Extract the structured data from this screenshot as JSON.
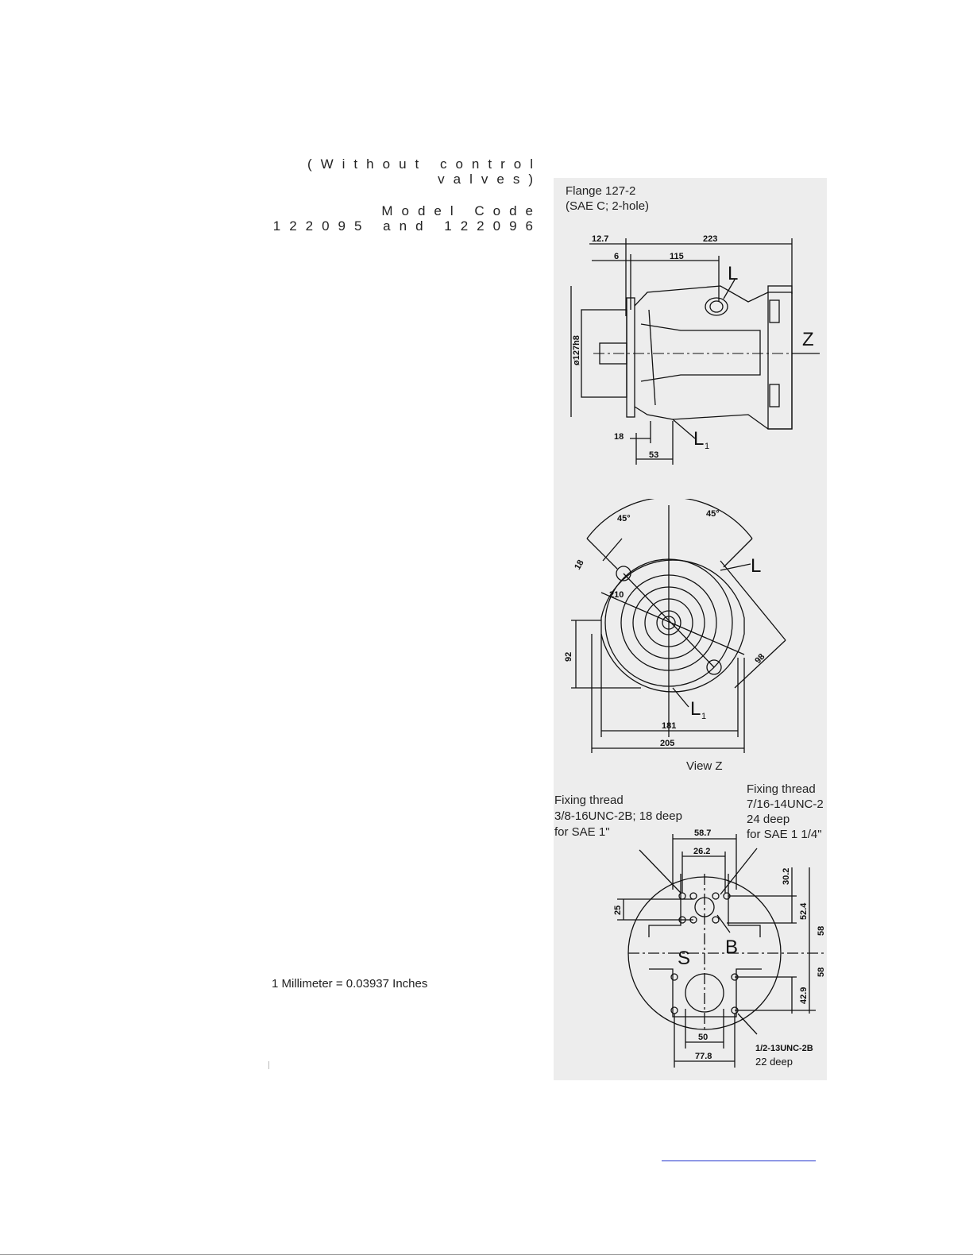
{
  "header": {
    "line1": "(Without control",
    "line2": "valves)",
    "line3": "Model Code",
    "line4": "122095 and 122096"
  },
  "flange": {
    "line1": "Flange 127-2",
    "line2": "(SAE C; 2-hole)"
  },
  "side_view": {
    "dims": {
      "d1": "12.7",
      "d2": "223",
      "d3": "6",
      "d4": "115",
      "d5": "ø127h8",
      "d6": "18",
      "d7": "53"
    },
    "labels": {
      "L": "L",
      "Z": "Z",
      "L1_main": "L",
      "L1_sub": "1"
    }
  },
  "view_z": {
    "dims": {
      "a1": "45°",
      "a2": "45°",
      "d1": "18",
      "d2": "210",
      "d3": "92",
      "d4": "98",
      "d5": "181",
      "d6": "205"
    },
    "labels": {
      "L": "L",
      "L1_main": "L",
      "L1_sub": "1"
    },
    "caption": "View Z"
  },
  "port_view": {
    "left_note": {
      "line1": "Fixing thread",
      "line2": "3/8-16UNC-2B; 18 deep",
      "line3": "for SAE 1\""
    },
    "right_note": {
      "line1": "Fixing thread",
      "line2": "7/16-14UNC-2",
      "line3": "24 deep",
      "line4": "for SAE 1 1/4\""
    },
    "dims": {
      "d1": "58.7",
      "d2": "26.2",
      "d3": "30.2",
      "d4": "25",
      "d5": "52.4",
      "d6": "58",
      "d7": "58",
      "d8": "42.9",
      "d9": "50",
      "d10": "77.8"
    },
    "labels": {
      "S": "S",
      "B": "B"
    },
    "bottom_note": {
      "line1": "1/2-13UNC-2B",
      "line2": "22  deep"
    }
  },
  "conversion": "1 Millimeter = 0.03937 Inches"
}
